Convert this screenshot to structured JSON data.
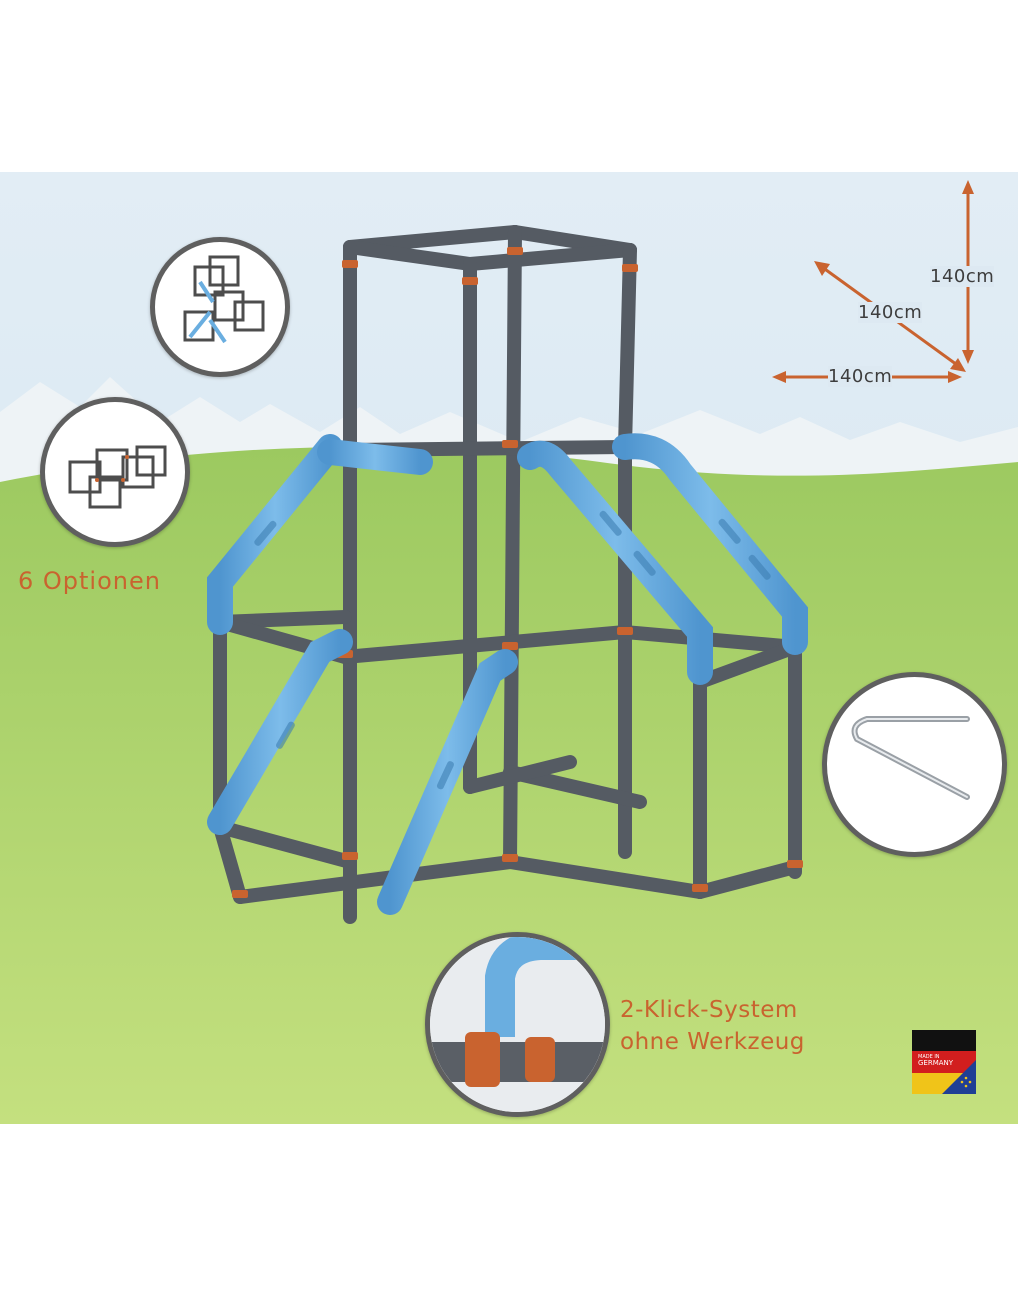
{
  "dimensions": {
    "height": "140cm",
    "depth": "140cm",
    "width": "140cm"
  },
  "options_label": "6 Optionen",
  "click_system": {
    "line1": "2-Klick-System",
    "line2": "ohne Werkzeug"
  },
  "badge": {
    "line1": "MADE IN",
    "line2": "GERMANY"
  },
  "colors": {
    "sky": "#dde9f2",
    "grass": "#a8cf6b",
    "frame_grey": "#5a5f66",
    "connector_orange": "#c9632f",
    "ladder_blue": "#6aaee0",
    "label_orange": "#c9632f"
  }
}
